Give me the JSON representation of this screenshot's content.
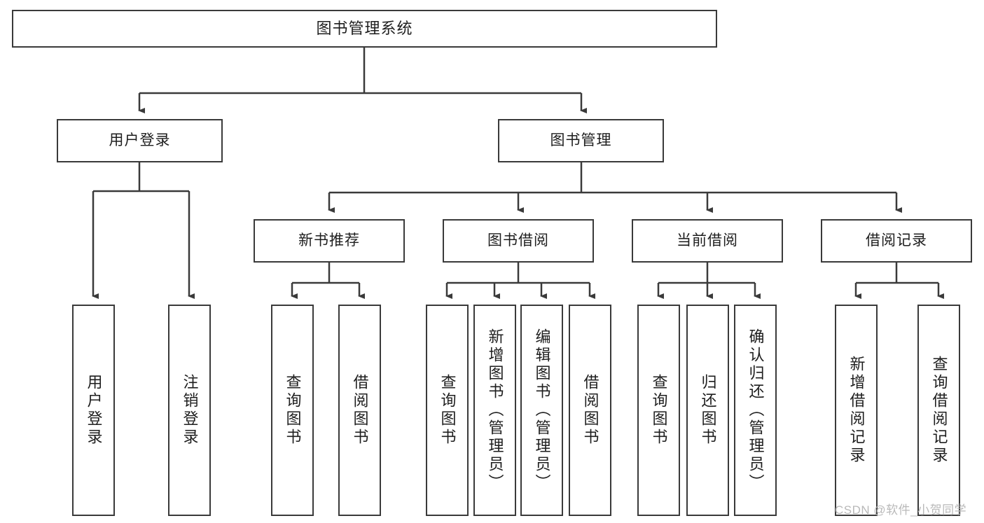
{
  "diagram": {
    "title": "图书管理系统",
    "type": "tree-hierarchy",
    "root": {
      "label": "图书管理系统"
    },
    "level2": [
      {
        "label": "用户登录"
      },
      {
        "label": "图书管理"
      }
    ],
    "level3": [
      {
        "label": "新书推荐"
      },
      {
        "label": "图书借阅"
      },
      {
        "label": "当前借阅"
      },
      {
        "label": "借阅记录"
      }
    ],
    "leaves": {
      "user_login": [
        {
          "label": "用户登录"
        },
        {
          "label": "注销登录"
        }
      ],
      "new_book": [
        {
          "label": "查询图书"
        },
        {
          "label": "借阅图书"
        }
      ],
      "book_borrow": [
        {
          "label": "查询图书"
        },
        {
          "label": "新增图书（管理员）"
        },
        {
          "label": "编辑图书（管理员）"
        },
        {
          "label": "借阅图书"
        }
      ],
      "current_borrow": [
        {
          "label": "查询图书"
        },
        {
          "label": "归还图书"
        },
        {
          "label": "确认归还（管理员）"
        }
      ],
      "borrow_record": [
        {
          "label": "新增借阅记录"
        },
        {
          "label": "查询借阅记录"
        }
      ]
    }
  },
  "watermark": {
    "text": "CSDN @软件_小贺同学"
  },
  "colors": {
    "stroke": "#3a3a3a",
    "background": "#ffffff",
    "text": "#1e1e1e",
    "watermark": "#b9b9b9"
  }
}
